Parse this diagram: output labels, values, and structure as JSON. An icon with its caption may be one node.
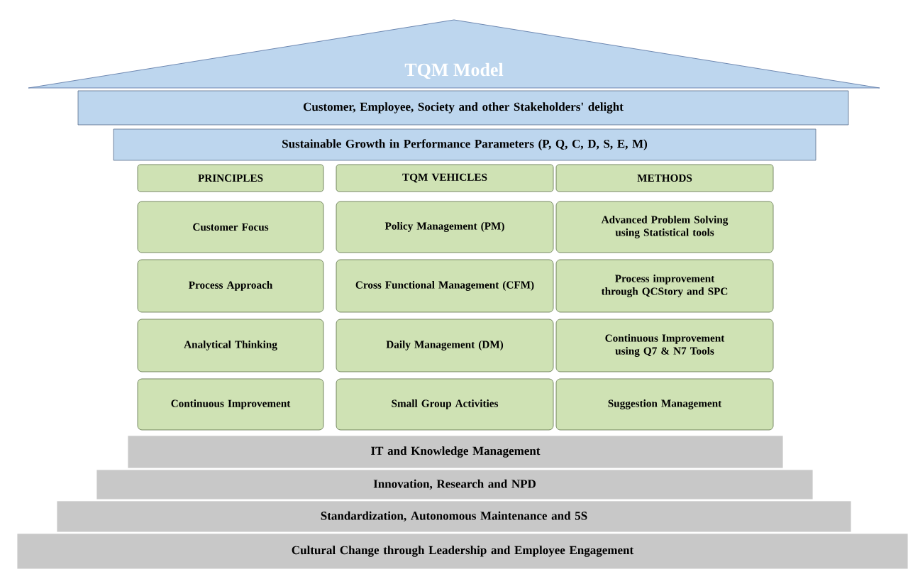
{
  "diagram": {
    "nodes": [
      {
        "text": [
          "TQM Model"
        ]
      },
      {
        "text": [
          "Customer, Employee, Society and other Stakeholders' delight"
        ]
      },
      {
        "text": [
          "Sustainable Growth in Performance Parameters (P, Q, C, D, S, E, M)"
        ]
      },
      {
        "text": [
          "PRINCIPLES"
        ]
      },
      {
        "text": [
          "TQM VEHICLES"
        ]
      },
      {
        "text": [
          "METHODS"
        ]
      },
      {
        "text": [
          "Customer Focus"
        ]
      },
      {
        "text": [
          "Policy Management (PM)"
        ]
      },
      {
        "text": [
          "Advanced Problem Solving using Statistical tools"
        ]
      },
      {
        "text": [
          "Process Approach"
        ]
      },
      {
        "text": [
          "Cross Functional Management (CFM)"
        ]
      },
      {
        "text": [
          "Process improvement through QCStory and SPC"
        ]
      },
      {
        "text": [
          "Analytical Thinking"
        ]
      },
      {
        "text": [
          "Daily Management (DM)"
        ]
      },
      {
        "text": [
          "Continuous Improvement using Q7 & N7 Tools"
        ]
      },
      {
        "text": [
          "Continuous Improvement"
        ]
      },
      {
        "text": [
          "Small Group Activities"
        ]
      },
      {
        "text": [
          "Suggestion Management"
        ]
      },
      {
        "text": [
          "IT and Knowledge Management"
        ]
      },
      {
        "text": [
          "Innovation, Research and NPD"
        ]
      },
      {
        "text": [
          "Standardization, Autonomous Maintenance and 5S"
        ]
      },
      {
        "text": [
          "Cultural Change through Leadership and Employee Engagement"
        ]
      }
    ]
  }
}
